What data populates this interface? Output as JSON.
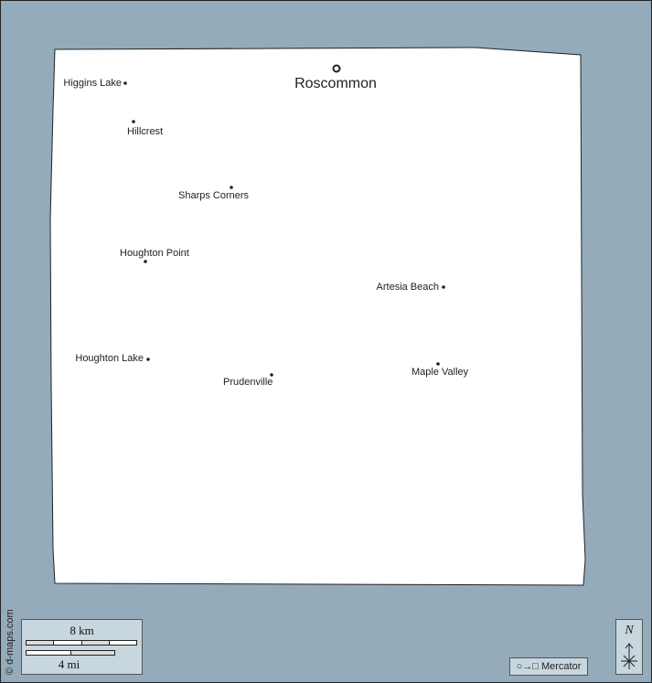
{
  "map": {
    "county_fill": "#ffffff",
    "sea_color": "#94abbc",
    "seat": {
      "name": "Roscommon"
    },
    "places": [
      {
        "name": "Higgins Lake"
      },
      {
        "name": "Hillcrest"
      },
      {
        "name": "Sharps Corners"
      },
      {
        "name": "Houghton Point"
      },
      {
        "name": "Artesia Beach"
      },
      {
        "name": "Houghton Lake"
      },
      {
        "name": "Prudenville"
      },
      {
        "name": "Maple Valley"
      }
    ]
  },
  "legend": {
    "copyright": "© d-maps.com",
    "scale_km": "8 km",
    "scale_mi": "4 mi",
    "projection": "Mercator",
    "projection_symbol": "○→□",
    "north": "N"
  }
}
